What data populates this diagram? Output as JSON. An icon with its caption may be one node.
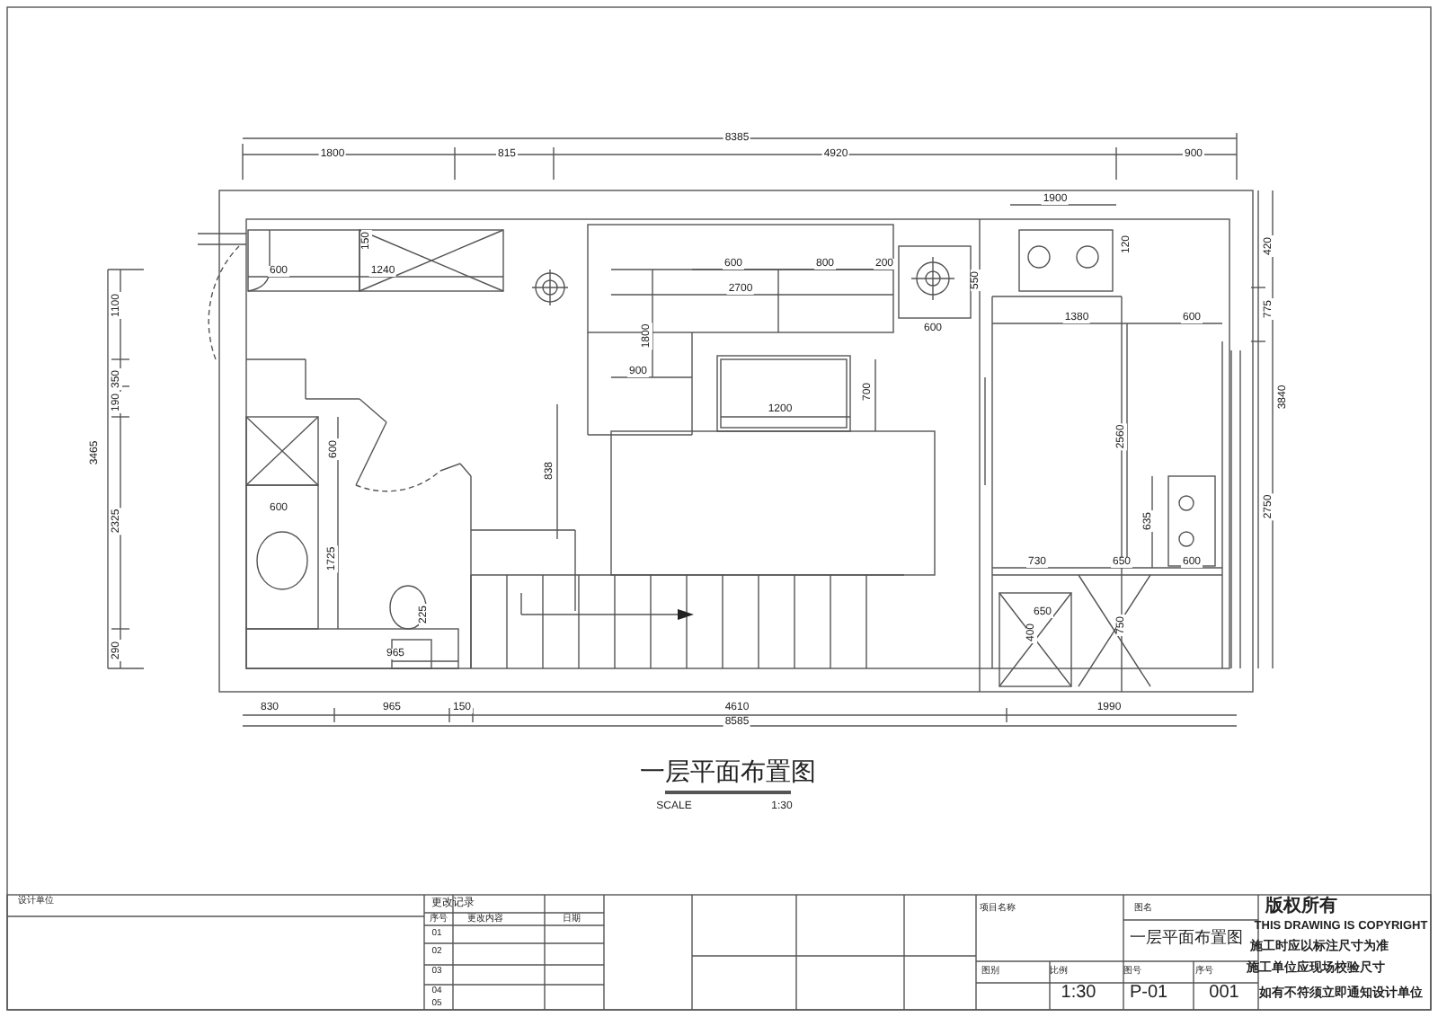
{
  "diagram": {
    "title": "一层平面布置图",
    "labels": [
      "8385",
      "1800",
      "815",
      "4920",
      "900",
      "1900",
      "150",
      "600",
      "1240",
      "600",
      "800",
      "200",
      "2700",
      "550",
      "120",
      "600",
      "1380",
      "600",
      "1100",
      "420",
      "1800",
      "900",
      "775",
      "350",
      "190",
      "700",
      "1200",
      "3840",
      "3465",
      "2560",
      "600",
      "838",
      "600",
      "2750",
      "635",
      "2325",
      "1725",
      "730",
      "650",
      "600",
      "225",
      "650",
      "400",
      "750",
      "290",
      "965",
      "830",
      "965",
      "150",
      "4610",
      "1990",
      "8585",
      "SCALE",
      "1:30",
      "设计单位",
      "更改记录",
      "序号",
      "更改内容",
      "日期",
      "01",
      "02",
      "03",
      "04",
      "05",
      "项目名称",
      "图名",
      "一层平面布置图",
      "图别",
      "比例",
      "图号",
      "序号",
      "1:30",
      "P-01",
      "001",
      "版权所有",
      "THIS DRAWING IS COPYRIGHT",
      "施工时应以标注尺寸为准",
      "施工单位应现场校验尺寸",
      "如有不符须立即通知设计单位"
    ]
  }
}
